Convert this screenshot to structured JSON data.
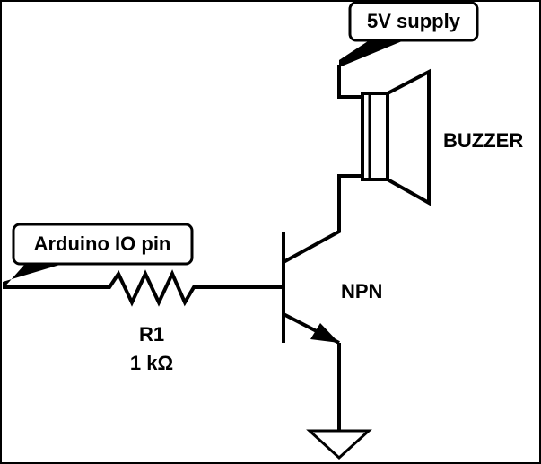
{
  "labels": {
    "supply": "5V supply",
    "input": "Arduino IO pin",
    "buzzer": "BUZZER",
    "transistor": "NPN",
    "resistor_name": "R1",
    "resistor_value": "1 kΩ"
  }
}
